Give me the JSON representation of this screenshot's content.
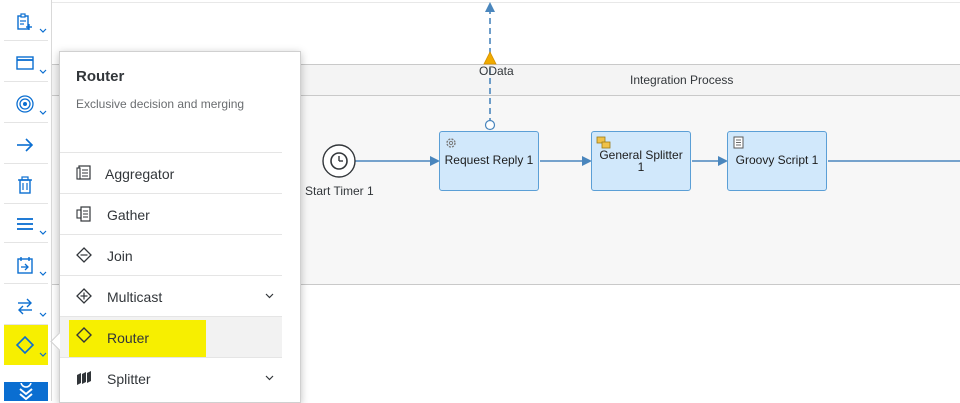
{
  "palette": {
    "tools": [
      {
        "icon": "clipboard-add-icon"
      },
      {
        "icon": "window-icon"
      },
      {
        "icon": "target-icon"
      },
      {
        "icon": "arrow-right-icon"
      },
      {
        "icon": "trash-icon"
      },
      {
        "icon": "menu-lines-icon"
      },
      {
        "icon": "calendar-arrow-icon"
      },
      {
        "icon": "transfer-arrows-icon"
      },
      {
        "icon": "diamond-icon",
        "active": true
      },
      {
        "icon": "double-chevron-down-icon"
      }
    ],
    "highlight_color": "#f7ef00",
    "accent_color": "#0a6ed1"
  },
  "popover": {
    "title": "Router",
    "subtitle": "Exclusive decision and merging",
    "items": [
      {
        "label": "Aggregator",
        "icon": "aggregator-icon",
        "has_submenu": false
      },
      {
        "label": "Gather",
        "icon": "gather-icon",
        "has_submenu": false
      },
      {
        "label": "Join",
        "icon": "join-diamond-icon",
        "has_submenu": false
      },
      {
        "label": "Multicast",
        "icon": "multicast-diamond-icon",
        "has_submenu": true
      },
      {
        "label": "Router",
        "icon": "router-diamond-icon",
        "has_submenu": false,
        "selected": true
      },
      {
        "label": "Splitter",
        "icon": "splitter-icon",
        "has_submenu": true
      }
    ]
  },
  "canvas": {
    "pool_title": "Integration Process",
    "odata_label": "OData",
    "start_event_label": "Start Timer 1",
    "tasks": [
      {
        "label": "Request Reply 1",
        "icon": "gear-icon"
      },
      {
        "label_line1": "General Splitter",
        "label_line2": "1",
        "icon": "splitter-folder-icon"
      },
      {
        "label": "Groovy Script 1",
        "icon": "script-icon"
      }
    ],
    "task_fill": "#d1e8fb",
    "task_border": "#5b9fd6",
    "flow_color": "#4a86bd"
  }
}
